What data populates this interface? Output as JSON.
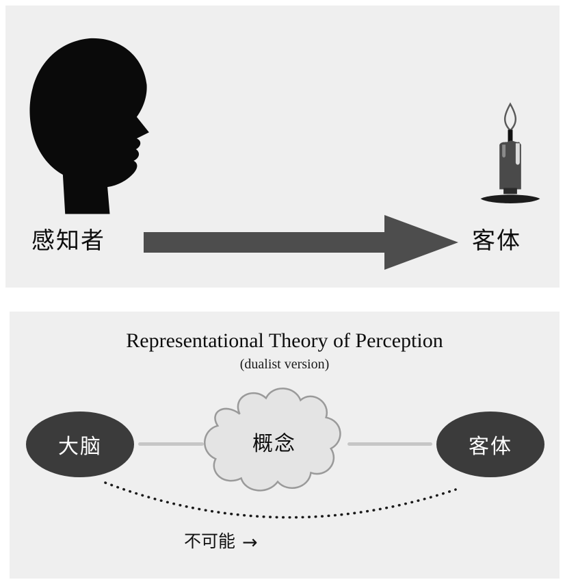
{
  "top_panel": {
    "perceiver_label": "感知者",
    "object_label": "客体"
  },
  "bottom_panel": {
    "title": "Representational Theory of Perception",
    "subtitle": "(dualist version)",
    "nodes": {
      "brain": "大脑",
      "concept": "概念",
      "object": "客体"
    },
    "impossible_label": "不可能",
    "impossible_arrow": "→"
  },
  "colors": {
    "panel_bg": "#efefef",
    "silhouette": "#0a0a0a",
    "arrow_fill": "#4d4d4d",
    "ellipse_fill": "#3b3b3b",
    "cloud_fill": "#e4e4e4",
    "cloud_stroke": "#9a9a9a",
    "link_line": "#c6c6c6",
    "dotted_arc": "#1a1a1a"
  }
}
